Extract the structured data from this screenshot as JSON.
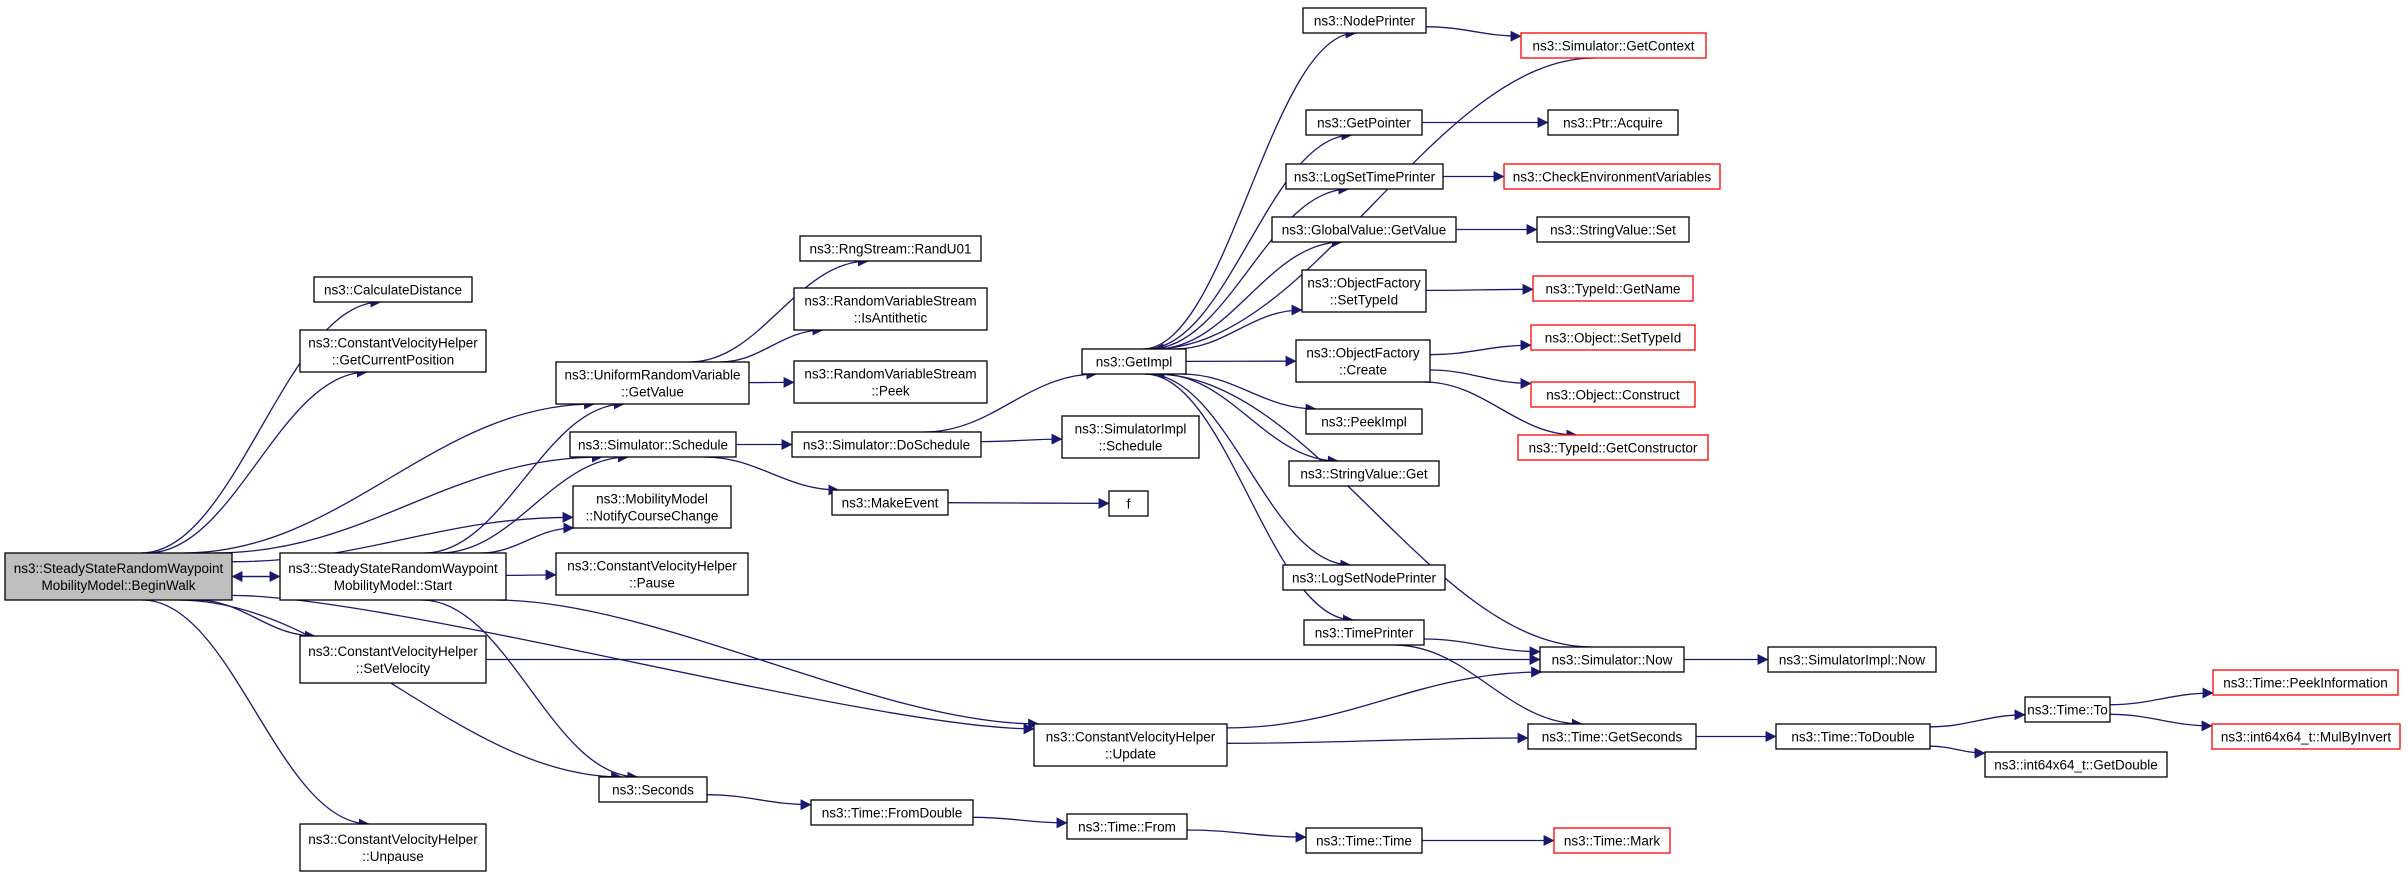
{
  "nodes": [
    {
      "id": "beginwalk",
      "lines": [
        "ns3::SteadyStateRandomWaypoint",
        "MobilityModel::BeginWalk"
      ],
      "root": true
    },
    {
      "id": "calcdist",
      "lines": [
        "ns3::CalculateDistance"
      ]
    },
    {
      "id": "getcurpos",
      "lines": [
        "ns3::ConstantVelocityHelper",
        "::GetCurrentPosition"
      ]
    },
    {
      "id": "start",
      "lines": [
        "ns3::SteadyStateRandomWaypoint",
        "MobilityModel::Start"
      ]
    },
    {
      "id": "setvel",
      "lines": [
        "ns3::ConstantVelocityHelper",
        "::SetVelocity"
      ]
    },
    {
      "id": "unpause",
      "lines": [
        "ns3::ConstantVelocityHelper",
        "::Unpause"
      ]
    },
    {
      "id": "urv_getvalue",
      "lines": [
        "ns3::UniformRandomVariable",
        "::GetValue"
      ]
    },
    {
      "id": "sim_schedule",
      "lines": [
        "ns3::Simulator::Schedule"
      ]
    },
    {
      "id": "notify",
      "lines": [
        "ns3::MobilityModel",
        "::NotifyCourseChange"
      ]
    },
    {
      "id": "pause",
      "lines": [
        "ns3::ConstantVelocityHelper",
        "::Pause"
      ]
    },
    {
      "id": "seconds",
      "lines": [
        "ns3::Seconds"
      ]
    },
    {
      "id": "randu01",
      "lines": [
        "ns3::RngStream::RandU01"
      ]
    },
    {
      "id": "isanti",
      "lines": [
        "ns3::RandomVariableStream",
        "::IsAntithetic"
      ]
    },
    {
      "id": "peek",
      "lines": [
        "ns3::RandomVariableStream",
        "::Peek"
      ]
    },
    {
      "id": "doschedule",
      "lines": [
        "ns3::Simulator::DoSchedule"
      ]
    },
    {
      "id": "makeevent",
      "lines": [
        "ns3::MakeEvent"
      ]
    },
    {
      "id": "fromdouble",
      "lines": [
        "ns3::Time::FromDouble"
      ]
    },
    {
      "id": "cvh_update",
      "lines": [
        "ns3::ConstantVelocityHelper",
        "::Update"
      ]
    },
    {
      "id": "getimpl",
      "lines": [
        "ns3::GetImpl"
      ]
    },
    {
      "id": "simimpl_sched",
      "lines": [
        "ns3::SimulatorImpl",
        "::Schedule"
      ]
    },
    {
      "id": "f",
      "lines": [
        "f"
      ]
    },
    {
      "id": "timefrom",
      "lines": [
        "ns3::Time::From"
      ]
    },
    {
      "id": "nodeprinter",
      "lines": [
        "ns3::NodePrinter"
      ]
    },
    {
      "id": "getpointer",
      "lines": [
        "ns3::GetPointer"
      ]
    },
    {
      "id": "logsettime",
      "lines": [
        "ns3::LogSetTimePrinter"
      ]
    },
    {
      "id": "gv_getvalue",
      "lines": [
        "ns3::GlobalValue::GetValue"
      ]
    },
    {
      "id": "of_settypeid",
      "lines": [
        "ns3::ObjectFactory",
        "::SetTypeId"
      ]
    },
    {
      "id": "of_create",
      "lines": [
        "ns3::ObjectFactory",
        "::Create"
      ]
    },
    {
      "id": "peekimpl",
      "lines": [
        "ns3::PeekImpl"
      ]
    },
    {
      "id": "sv_get",
      "lines": [
        "ns3::StringValue::Get"
      ]
    },
    {
      "id": "logsetnode",
      "lines": [
        "ns3::LogSetNodePrinter"
      ]
    },
    {
      "id": "timeprinter",
      "lines": [
        "ns3::TimePrinter"
      ]
    },
    {
      "id": "timetime",
      "lines": [
        "ns3::Time::Time"
      ]
    },
    {
      "id": "getcontext",
      "lines": [
        "ns3::Simulator::GetContext"
      ],
      "ext": true
    },
    {
      "id": "ptracquire",
      "lines": [
        "ns3::Ptr::Acquire"
      ]
    },
    {
      "id": "checkenv",
      "lines": [
        "ns3::CheckEnvironmentVariables"
      ],
      "ext": true
    },
    {
      "id": "sv_set",
      "lines": [
        "ns3::StringValue::Set"
      ]
    },
    {
      "id": "typeid_getname",
      "lines": [
        "ns3::TypeId::GetName"
      ],
      "ext": true
    },
    {
      "id": "obj_settypeid",
      "lines": [
        "ns3::Object::SetTypeId"
      ],
      "ext": true
    },
    {
      "id": "obj_construct",
      "lines": [
        "ns3::Object::Construct"
      ],
      "ext": true
    },
    {
      "id": "typeid_getctor",
      "lines": [
        "ns3::TypeId::GetConstructor"
      ],
      "ext": true
    },
    {
      "id": "sim_now",
      "lines": [
        "ns3::Simulator::Now"
      ]
    },
    {
      "id": "getseconds",
      "lines": [
        "ns3::Time::GetSeconds"
      ]
    },
    {
      "id": "timemark",
      "lines": [
        "ns3::Time::Mark"
      ],
      "ext": true
    },
    {
      "id": "simimpl_now",
      "lines": [
        "ns3::SimulatorImpl::Now"
      ]
    },
    {
      "id": "todouble",
      "lines": [
        "ns3::Time::ToDouble"
      ]
    },
    {
      "id": "timeto",
      "lines": [
        "ns3::Time::To"
      ]
    },
    {
      "id": "i64getdouble",
      "lines": [
        "ns3::int64x64_t::GetDouble"
      ]
    },
    {
      "id": "peekinfo",
      "lines": [
        "ns3::Time::PeekInformation"
      ],
      "ext": true
    },
    {
      "id": "mulbyinvert",
      "lines": [
        "ns3::int64x64_t::MulByInvert"
      ],
      "ext": true
    }
  ],
  "edges": [
    [
      "beginwalk",
      "calcdist"
    ],
    [
      "beginwalk",
      "getcurpos"
    ],
    [
      "beginwalk",
      "urv_getvalue"
    ],
    [
      "beginwalk",
      "sim_schedule"
    ],
    [
      "beginwalk",
      "notify"
    ],
    [
      "beginwalk",
      "start"
    ],
    [
      "beginwalk",
      "setvel"
    ],
    [
      "beginwalk",
      "cvh_update"
    ],
    [
      "beginwalk",
      "seconds"
    ],
    [
      "beginwalk",
      "unpause"
    ],
    [
      "start",
      "beginwalk"
    ],
    [
      "start",
      "urv_getvalue"
    ],
    [
      "start",
      "sim_schedule"
    ],
    [
      "start",
      "notify"
    ],
    [
      "start",
      "pause"
    ],
    [
      "start",
      "cvh_update"
    ],
    [
      "start",
      "seconds"
    ],
    [
      "setvel",
      "sim_now"
    ],
    [
      "urv_getvalue",
      "randu01"
    ],
    [
      "urv_getvalue",
      "isanti"
    ],
    [
      "urv_getvalue",
      "peek"
    ],
    [
      "sim_schedule",
      "doschedule"
    ],
    [
      "sim_schedule",
      "makeevent"
    ],
    [
      "seconds",
      "fromdouble"
    ],
    [
      "doschedule",
      "getimpl"
    ],
    [
      "doschedule",
      "simimpl_sched"
    ],
    [
      "makeevent",
      "f"
    ],
    [
      "fromdouble",
      "timefrom"
    ],
    [
      "timefrom",
      "timetime"
    ],
    [
      "timetime",
      "timemark"
    ],
    [
      "cvh_update",
      "sim_now"
    ],
    [
      "cvh_update",
      "getseconds"
    ],
    [
      "getimpl",
      "nodeprinter"
    ],
    [
      "getimpl",
      "getpointer"
    ],
    [
      "getimpl",
      "logsettime"
    ],
    [
      "getimpl",
      "gv_getvalue"
    ],
    [
      "getimpl",
      "of_settypeid"
    ],
    [
      "getimpl",
      "of_create"
    ],
    [
      "getimpl",
      "peekimpl"
    ],
    [
      "getimpl",
      "sv_get"
    ],
    [
      "getimpl",
      "logsetnode"
    ],
    [
      "getimpl",
      "timeprinter"
    ],
    [
      "getcontext",
      "getimpl"
    ],
    [
      "sim_now",
      "getimpl"
    ],
    [
      "nodeprinter",
      "getcontext"
    ],
    [
      "getpointer",
      "ptracquire"
    ],
    [
      "logsettime",
      "checkenv"
    ],
    [
      "gv_getvalue",
      "sv_set"
    ],
    [
      "of_settypeid",
      "typeid_getname"
    ],
    [
      "of_create",
      "obj_settypeid"
    ],
    [
      "of_create",
      "obj_construct"
    ],
    [
      "of_create",
      "typeid_getctor"
    ],
    [
      "timeprinter",
      "sim_now"
    ],
    [
      "timeprinter",
      "getseconds"
    ],
    [
      "sim_now",
      "simimpl_now"
    ],
    [
      "getseconds",
      "todouble"
    ],
    [
      "todouble",
      "timeto"
    ],
    [
      "todouble",
      "i64getdouble"
    ],
    [
      "timeto",
      "peekinfo"
    ],
    [
      "timeto",
      "mulbyinvert"
    ]
  ]
}
